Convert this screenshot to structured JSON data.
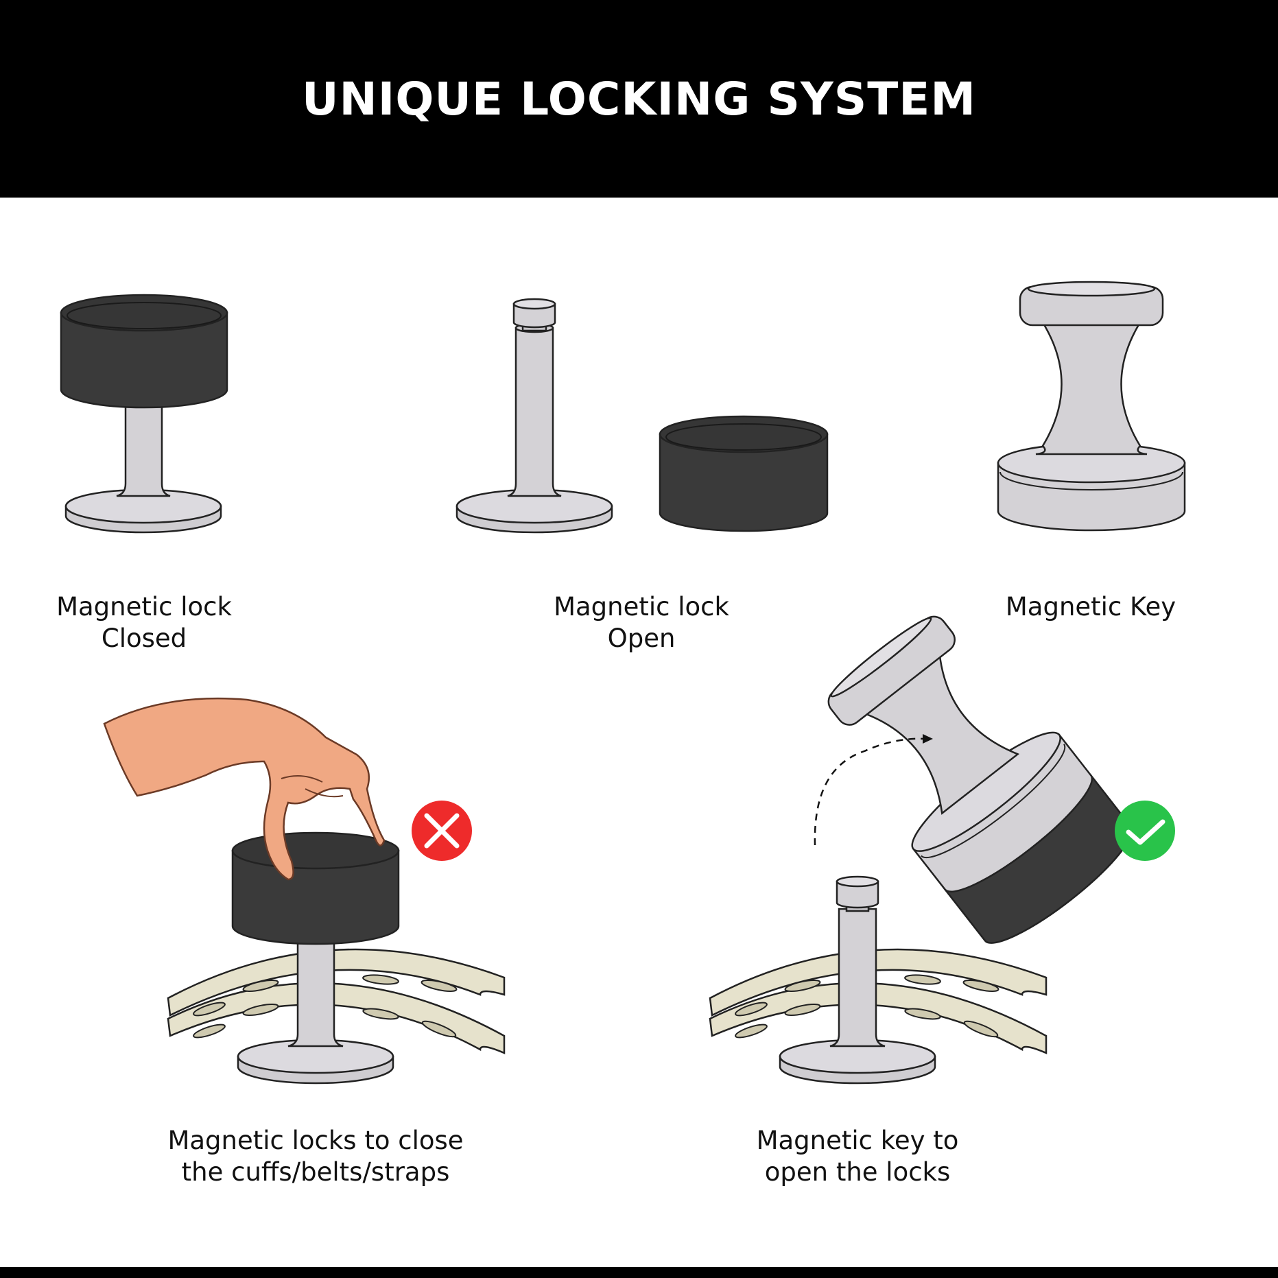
{
  "header": {
    "title": "UNIQUE LOCKING SYSTEM"
  },
  "colors": {
    "header_bg": "#000000",
    "lock_black": "#3a3a3a",
    "metal_gray": "#d4d2d6",
    "strap_beige": "#e6e2cc",
    "skin": "#f0a883",
    "cross_red": "#ee2b2b",
    "check_green": "#29c34a"
  },
  "panels": {
    "closed": {
      "line1": "Magnetic lock",
      "line2": "Closed"
    },
    "open": {
      "line1": "Magnetic lock",
      "line2": "Open"
    },
    "key": {
      "line1": "Magnetic Key"
    },
    "lock_close": {
      "line1": "Magnetic locks to close",
      "line2": "the cuffs/belts/straps",
      "status_icon": "cross-icon"
    },
    "key_open": {
      "line1": "Magnetic key to",
      "line2": "open the locks",
      "status_icon": "check-icon"
    }
  }
}
